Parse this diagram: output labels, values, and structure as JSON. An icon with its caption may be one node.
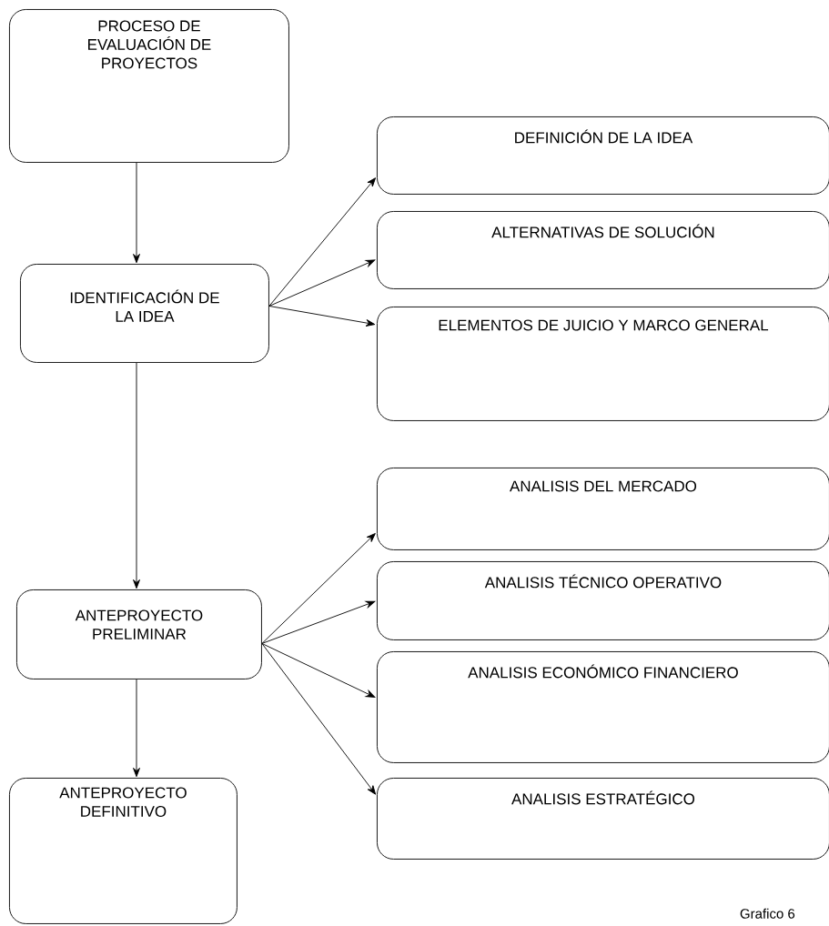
{
  "diagram": {
    "nodes": [
      {
        "text": [
          "PROCESO DE EVALUACIÓN DE PROYECTOS"
        ]
      },
      {
        "text": [
          "IDENTIFICACIÓN DE LA IDEA"
        ]
      },
      {
        "text": [
          "ANTEPROYECTO PRELIMINAR"
        ]
      },
      {
        "text": [
          "ANTEPROYECTO DEFINITIVO"
        ]
      },
      {
        "text": [
          "DEFINICIÓN DE LA IDEA"
        ]
      },
      {
        "text": [
          "ALTERNATIVAS DE SOLUCIÓN"
        ]
      },
      {
        "text": [
          "ELEMENTOS DE JUICIO Y MARCO GENERAL"
        ]
      },
      {
        "text": [
          "ANALISIS DEL MERCADO"
        ]
      },
      {
        "text": [
          "ANALISIS TÉCNICO OPERATIVO"
        ]
      },
      {
        "text": [
          "ANALISIS ECONÓMICO FINANCIERO"
        ]
      },
      {
        "text": [
          "ANALISIS ESTRATÉGICO"
        ]
      }
    ],
    "edges": [
      {
        "from": 0,
        "to": 1,
        "arrow": "to"
      },
      {
        "from": 1,
        "to": 4,
        "arrow": "to"
      },
      {
        "from": 1,
        "to": 5,
        "arrow": "to"
      },
      {
        "from": 1,
        "to": 6,
        "arrow": "to"
      },
      {
        "from": 1,
        "to": 2,
        "arrow": "to"
      },
      {
        "from": 2,
        "to": 7,
        "arrow": "to"
      },
      {
        "from": 2,
        "to": 8,
        "arrow": "to"
      },
      {
        "from": 2,
        "to": 9,
        "arrow": "to"
      },
      {
        "from": 2,
        "to": 10,
        "arrow": "to"
      },
      {
        "from": 2,
        "to": 3,
        "arrow": "to"
      }
    ],
    "labels": [
      "Grafico 6"
    ]
  }
}
